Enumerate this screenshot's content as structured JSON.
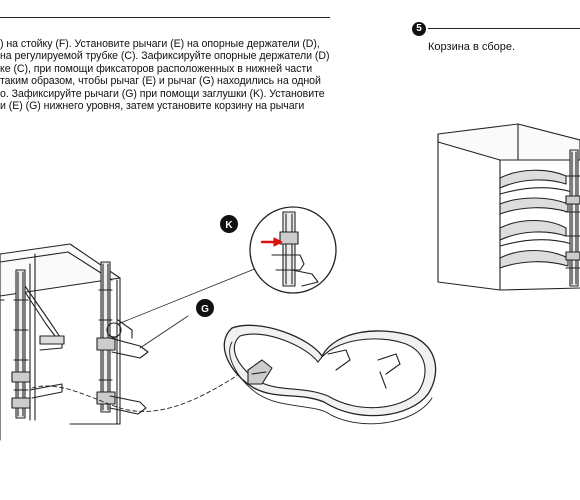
{
  "instructions": {
    "lines": [
      ") на стойку (F). Установите рычаги (E) на опорные держатели (D),",
      "на регулируемой трубке (C). Зафиксируйте опорные держатели (D)",
      "ке (C), при помощи фиксаторов расположенных в нижней части",
      "таким образом, чтобы  рычаг (E) и рычаг (G) находились на одной",
      "о. Зафиксируйте рычаги (G)   при помощи заглушки (K). Установите",
      "и (E) (G) нижнего уровня, затем установите корзину на рычаги"
    ]
  },
  "step": {
    "number": "5",
    "caption": "Корзина в сборе."
  },
  "callouts": {
    "k": "K",
    "g": "G"
  }
}
